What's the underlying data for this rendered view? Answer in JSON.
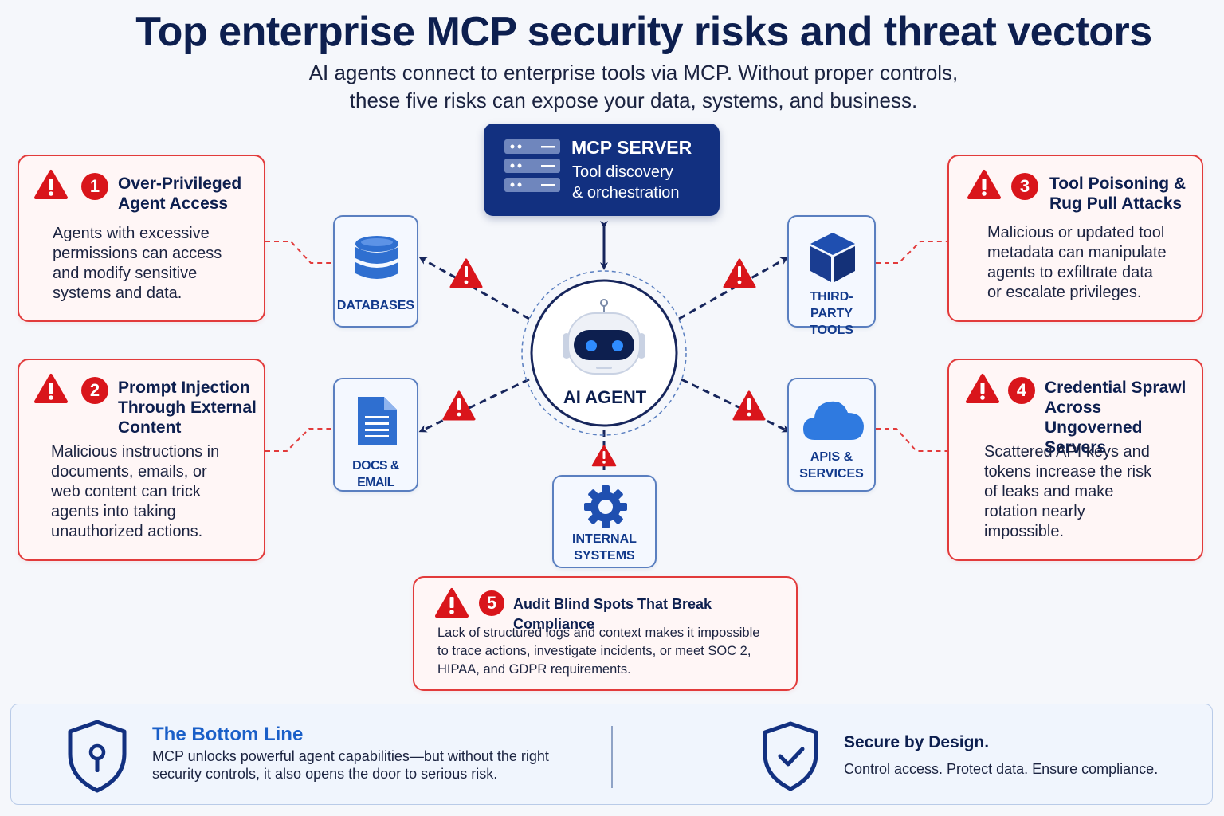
{
  "header": {
    "title": "Top enterprise MCP security risks and threat vectors",
    "subtitle_line1": "AI agents connect to enterprise tools via MCP. Without proper controls,",
    "subtitle_line2": "these five risks can expose your data, systems, and business."
  },
  "mcp_server": {
    "title": "MCP SERVER",
    "desc_line1": "Tool discovery",
    "desc_line2": "& orchestration"
  },
  "agent": {
    "label": "AI AGENT"
  },
  "nodes": {
    "databases": {
      "line1": "DATABASES",
      "line2": ""
    },
    "third_party": {
      "line1": "THIRD-PARTY",
      "line2": "TOOLS"
    },
    "docs_email": {
      "line1": "DOCS & EMAIL",
      "line2": ""
    },
    "apis": {
      "line1": "APIS &",
      "line2": "SERVICES"
    },
    "internal": {
      "line1": "INTERNAL",
      "line2": "SYSTEMS"
    }
  },
  "risks": [
    {
      "num": "1",
      "title_lines": [
        "Over-Privileged",
        "Agent Access"
      ],
      "body_lines": [
        "Agents with excessive",
        "permissions can access",
        "and modify sensitive",
        "systems and data."
      ]
    },
    {
      "num": "2",
      "title_lines": [
        "Prompt Injection",
        "Through External",
        "Content"
      ],
      "body_lines": [
        "Malicious instructions in",
        "documents, emails, or",
        "web content can trick",
        "agents into taking",
        "unauthorized actions."
      ]
    },
    {
      "num": "3",
      "title_lines": [
        "Tool Poisoning &",
        "Rug Pull Attacks"
      ],
      "body_lines": [
        "Malicious or updated tool",
        "metadata can manipulate",
        "agents to exfiltrate data",
        "or escalate privileges."
      ]
    },
    {
      "num": "4",
      "title_lines": [
        "Credential Sprawl",
        "Across Ungoverned",
        "Servers"
      ],
      "body_lines": [
        "Scattered API keys and",
        "tokens increase the risk",
        "of leaks and make",
        "rotation nearly",
        "impossible."
      ]
    },
    {
      "num": "5",
      "title_lines": [
        "Audit Blind Spots That Break Compliance"
      ],
      "body_lines": [
        "Lack of structured logs and context makes it impossible",
        "to trace actions, investigate incidents, or meet SOC 2,",
        "HIPAA, and GDPR requirements."
      ]
    }
  ],
  "bottom": {
    "left_title": "The Bottom Line",
    "left_body": "MCP unlocks powerful agent capabilities—but without the right security controls, it also opens the door to serious risk.",
    "right_title": "Secure by Design.",
    "right_body": "Control access. Protect data. Ensure compliance."
  },
  "icons": {
    "warning": "warning-triangle-icon",
    "server": "server-rack-icon",
    "database": "database-icon",
    "cube": "cube-icon",
    "document": "document-icon",
    "cloud": "cloud-icon",
    "gear": "gear-icon",
    "robot": "robot-icon",
    "shield_keyhole": "shield-keyhole-icon",
    "shield_check": "shield-check-icon"
  },
  "colors": {
    "danger": "#d9151b",
    "navy": "#123080",
    "blue": "#1a5fc8",
    "node_border": "#5a7fc0",
    "card_bg": "#fff6f6"
  }
}
